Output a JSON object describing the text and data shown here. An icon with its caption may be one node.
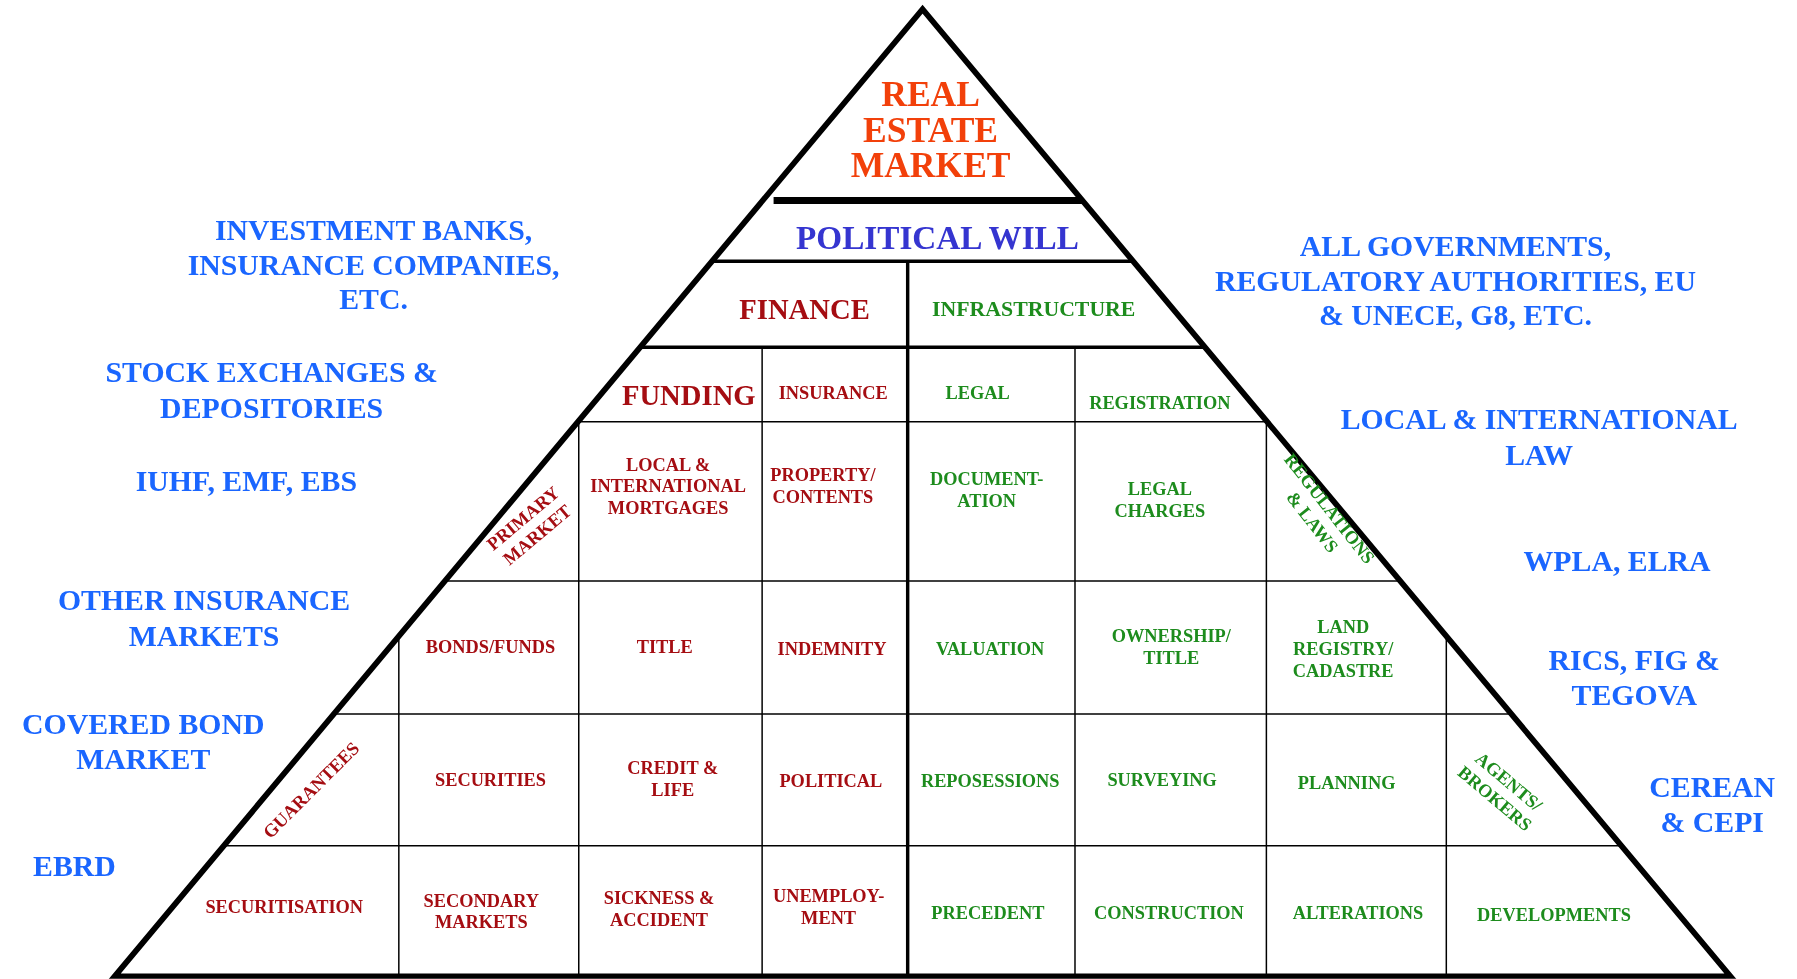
{
  "diagram": {
    "nodes": [
      {
        "text": [
          "REAL ESTATE MARKET"
        ]
      },
      {
        "text": [
          "POLITICAL WILL"
        ]
      },
      {
        "text": [
          "FINANCE"
        ]
      },
      {
        "text": [
          "INFRASTRUCTURE"
        ]
      },
      {
        "text": [
          "FUNDING"
        ]
      },
      {
        "text": [
          "INSURANCE"
        ]
      },
      {
        "text": [
          "LEGAL"
        ]
      },
      {
        "text": [
          "REGISTRATION"
        ]
      },
      {
        "text": [
          "PRIMARY MARKET"
        ]
      },
      {
        "text": [
          "LOCAL & INTERNATIONAL MORTGAGES"
        ]
      },
      {
        "text": [
          "PROPERTY/ CONTENTS"
        ]
      },
      {
        "text": [
          "DOCUMENT- ATION"
        ]
      },
      {
        "text": [
          "LEGAL CHARGES"
        ]
      },
      {
        "text": [
          "REGULATIONS & LAWS"
        ]
      },
      {
        "text": [
          "BONDS/FUNDS"
        ]
      },
      {
        "text": [
          "TITLE"
        ]
      },
      {
        "text": [
          "INDEMNITY"
        ]
      },
      {
        "text": [
          "VALUATION"
        ]
      },
      {
        "text": [
          "OWNERSHIP/ TITLE"
        ]
      },
      {
        "text": [
          "LAND REGISTRY/ CADASTRE"
        ]
      },
      {
        "text": [
          "GUARANTEES"
        ]
      },
      {
        "text": [
          "SECURITIES"
        ]
      },
      {
        "text": [
          "CREDIT & LIFE"
        ]
      },
      {
        "text": [
          "POLITICAL"
        ]
      },
      {
        "text": [
          "REPOSESSIONS"
        ]
      },
      {
        "text": [
          "SURVEYING"
        ]
      },
      {
        "text": [
          "PLANNING"
        ]
      },
      {
        "text": [
          "AGENTS/ BROKERS"
        ]
      },
      {
        "text": [
          "SECURITISATION"
        ]
      },
      {
        "text": [
          "SECONDARY MARKETS"
        ]
      },
      {
        "text": [
          "SICKNESS & ACCIDENT"
        ]
      },
      {
        "text": [
          "UNEMPLOY- MENT"
        ]
      },
      {
        "text": [
          "PRECEDENT"
        ]
      },
      {
        "text": [
          "CONSTRUCTION"
        ]
      },
      {
        "text": [
          "ALTERATIONS"
        ]
      },
      {
        "text": [
          "DEVELOPMENTS"
        ]
      }
    ],
    "labels": [
      "INVESTMENT BANKS, INSURANCE COMPANIES, ETC.",
      "ALL GOVERNMENTS, REGULATORY AUTHORITIES, EU & UNECE, G8, ETC.",
      "STOCK EXCHANGES & DEPOSITORIES",
      "LOCAL & INTERNATIONAL LAW",
      "IUHF, EMF, EBS",
      "WPLA, ELRA",
      "OTHER INSURANCE MARKETS",
      "RICS, FIG & TEGOVA",
      "COVERED BOND MARKET",
      "CEREAN & CEPI",
      "EBRD"
    ]
  }
}
